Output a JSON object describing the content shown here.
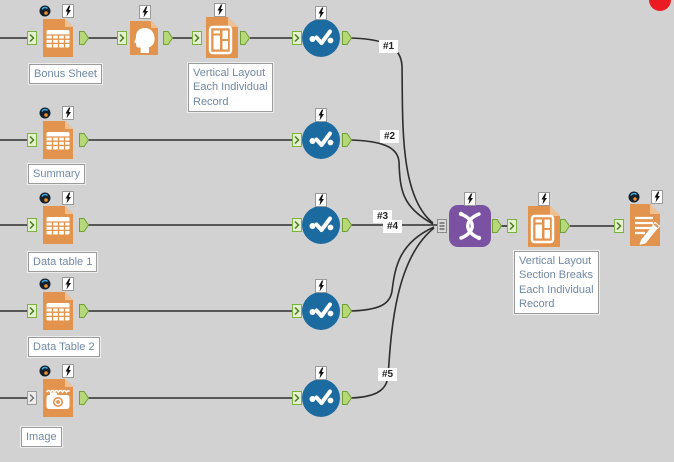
{
  "canvas": {
    "background_color": "#d2d2d2"
  },
  "colors": {
    "tool_orange": "#e2944e",
    "tool_orange_fold": "#efc091",
    "tool_blue": "#1c6ba0",
    "tool_purple": "#7b52a1",
    "anchor_green_fill": "#e4f0cf",
    "anchor_green_border": "#7ab23f",
    "anchor_out_fill": "#b6d878",
    "error_red": "#ea1b22",
    "annotation_text": "#7088a5"
  },
  "icons": {
    "table": "table-icon",
    "head": "head-silhouette-icon",
    "layout": "vertical-layout-icon",
    "chart": "interactive-chart-icon",
    "union": "union-icon",
    "render": "render-report-icon",
    "camera": "camera-icon",
    "lightning": "lightning-badge-icon",
    "clock": "clock-badge-icon"
  },
  "annotations": {
    "bonus_sheet": "Bonus Sheet",
    "summary": "Summary",
    "data_table_1": "Data table 1",
    "data_table_2": "Data Table 2",
    "image": "Image",
    "layout_each": "Vertical Layout\nEach Individual\nRecord",
    "layout_sections": "Vertical Layout\nSection Breaks\nEach Individual\nRecord"
  },
  "connection_labels": {
    "c1": "#1",
    "c2": "#2",
    "c3": "#3",
    "c4": "#4",
    "c5": "#5"
  }
}
